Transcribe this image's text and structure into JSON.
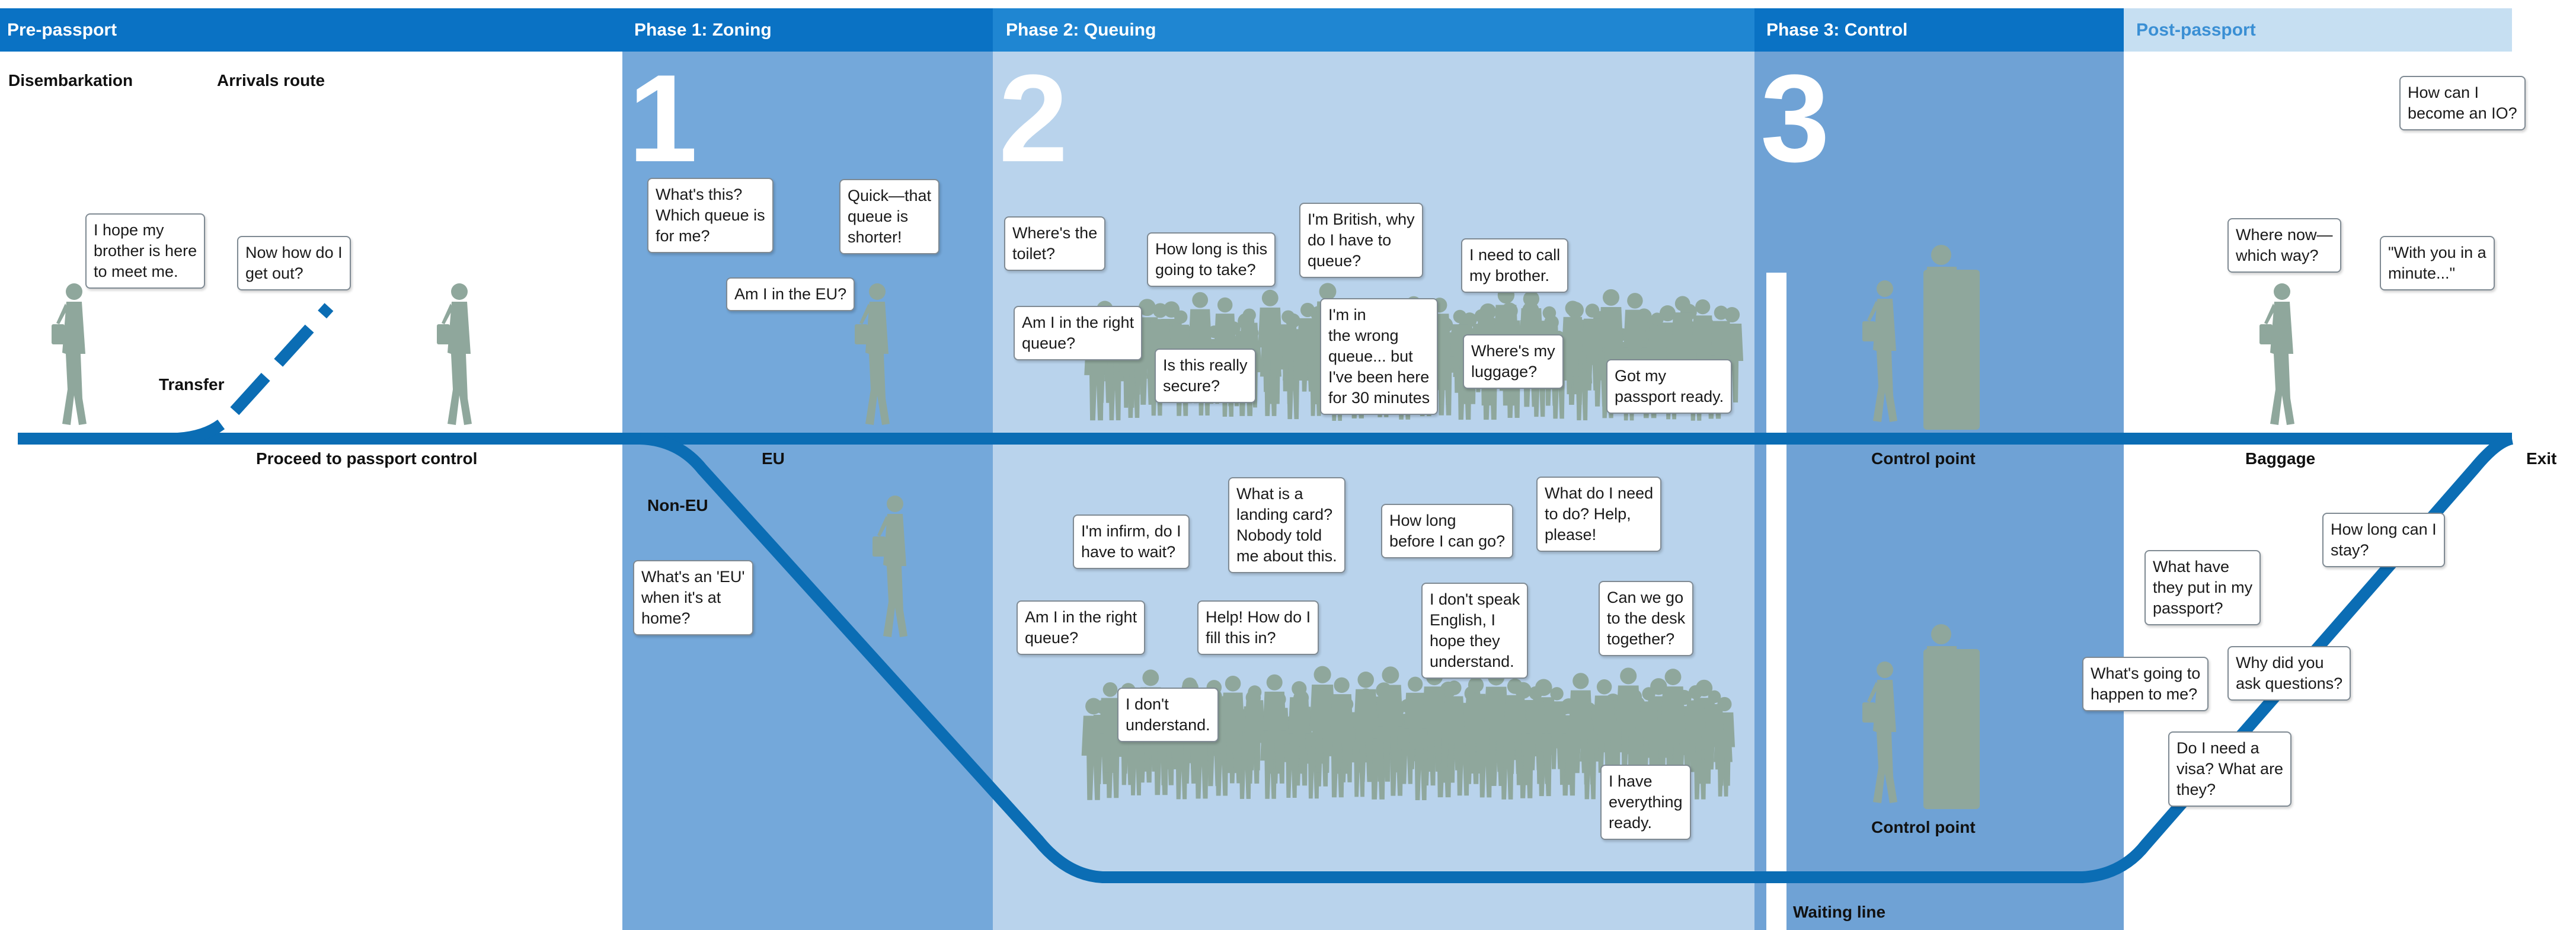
{
  "phases": [
    {
      "id": "pre",
      "title": "Pre-passport"
    },
    {
      "id": "zoning",
      "title": "Phase 1: Zoning",
      "number": "1"
    },
    {
      "id": "queuing",
      "title": "Phase 2: Queuing",
      "number": "2"
    },
    {
      "id": "control",
      "title": "Phase 3: Control",
      "number": "3"
    },
    {
      "id": "post",
      "title": "Post-passport"
    }
  ],
  "labels": {
    "disembarkation": "Disembarkation",
    "arrivals_route": "Arrivals route",
    "transfer": "Transfer",
    "proceed": "Proceed to passport control",
    "eu": "EU",
    "non_eu": "Non-EU",
    "control_point_top": "Control point",
    "control_point_bottom": "Control point",
    "waiting_line": "Waiting line",
    "baggage": "Baggage",
    "exit": "Exit"
  },
  "bubbles": [
    "I hope my\nbrother is here\nto meet me.",
    "Now how do I\nget out?",
    "What's this?\nWhich queue is\nfor me?",
    "Quick—that\nqueue is\nshorter!",
    "Am I in the EU?",
    "What's an 'EU'\nwhen it's at\nhome?",
    "Where's the\ntoilet?",
    "How long is this\ngoing to take?",
    "I'm British, why\ndo I have to\nqueue?",
    "I need to call\nmy brother.",
    "Am I in the right\nqueue?",
    "Is this really\nsecure?",
    "I'm in\nthe wrong\nqueue... but\nI've been here\nfor 30 minutes",
    "Where's my\nluggage?",
    "Got my\npassport ready.",
    "I'm infirm, do I\nhave to wait?",
    "What is a\nlanding card?\nNobody told\nme about this.",
    "How long\nbefore I can go?",
    "What do I need\nto do? Help,\nplease!",
    "Am I in the right\nqueue?",
    "Help! How do I\nfill this in?",
    "I don't speak\nEnglish, I\nhope they\nunderstand.",
    "Can we go\nto the desk\ntogether?",
    "I don't\nunderstand.",
    "I have\neverything\nready.",
    "How can I\nbecome an IO?",
    "Where now—\nwhich way?",
    "\"With you in a\nminute...\"",
    "How long can I\nstay?",
    "What have\nthey put in my\npassport?",
    "What's going to\nhappen to me?",
    "Why did you\nask questions?",
    "Do I need a\nvisa? What are\nthey?"
  ],
  "colors": {
    "header_blue": "#0a72c4",
    "header_light": "#c6dff2",
    "route_blue": "#0b6db4",
    "zoning_bg": "#74a8da",
    "queuing_bg": "#b9d3ec",
    "control_bg": "#6fa2d5",
    "figure_green": "#8fa79c"
  }
}
